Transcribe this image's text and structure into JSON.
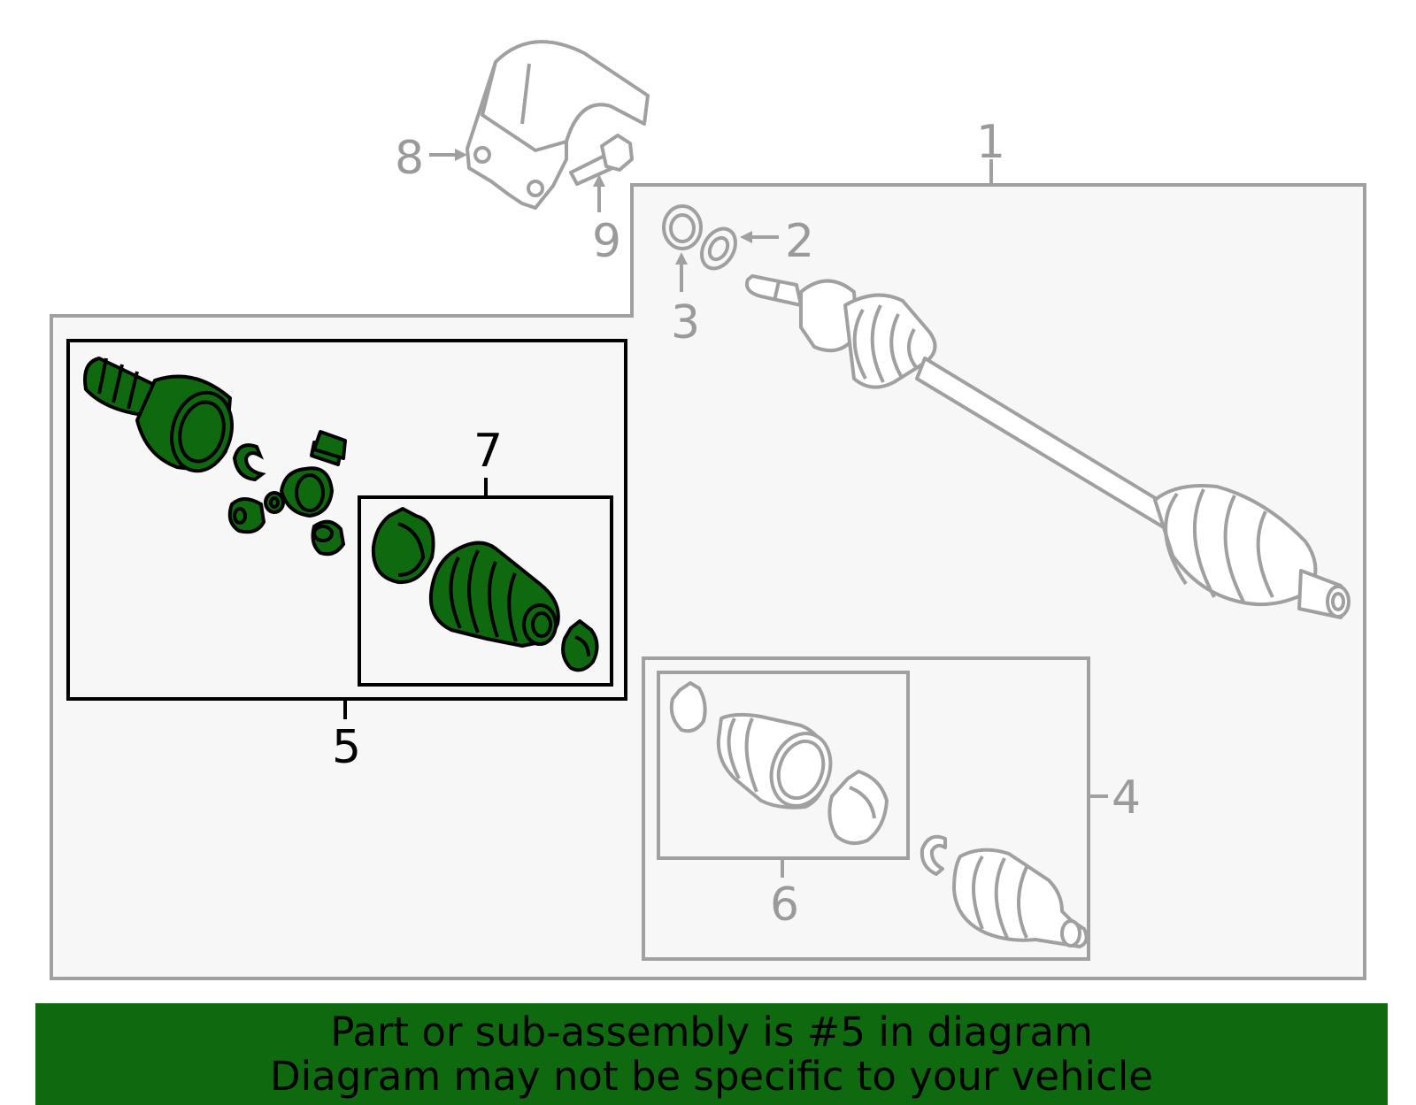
{
  "callouts": {
    "c1": "1",
    "c2": "2",
    "c3": "3",
    "c4": "4",
    "c5": "5",
    "c6": "6",
    "c7": "7",
    "c8": "8",
    "c9": "9"
  },
  "banner": {
    "line1": "Part or sub-assembly is #5 in diagram",
    "line2": "Diagram may not be specific to your vehicle"
  },
  "colors": {
    "highlight_fill": "#0f6a0f",
    "banner_bg": "#0f6a0f",
    "outline_gray": "#a0a0a0",
    "panel_bg": "#f7f7f7"
  }
}
